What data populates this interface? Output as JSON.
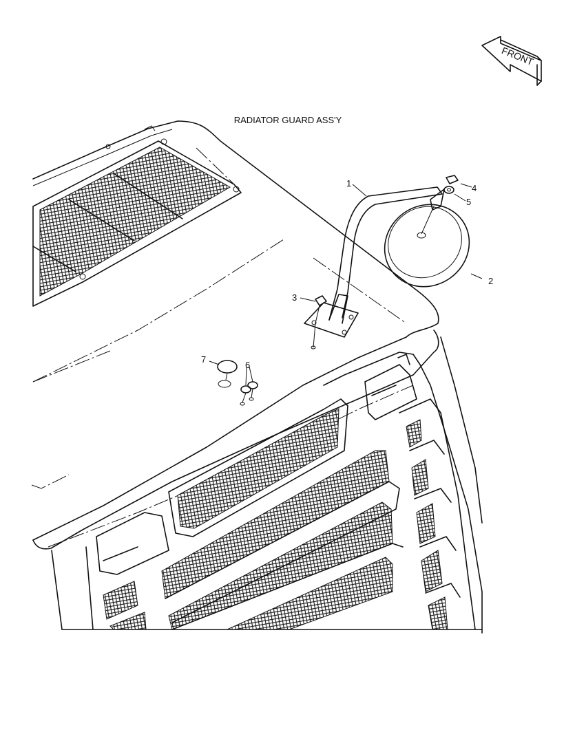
{
  "diagram": {
    "title": "RADIATOR GUARD ASS'Y",
    "direction_label": "FRONT",
    "callouts": [
      "1",
      "2",
      "3",
      "4",
      "5",
      "6",
      "7"
    ]
  },
  "icons": {
    "direction": "front-arrow-icon"
  }
}
